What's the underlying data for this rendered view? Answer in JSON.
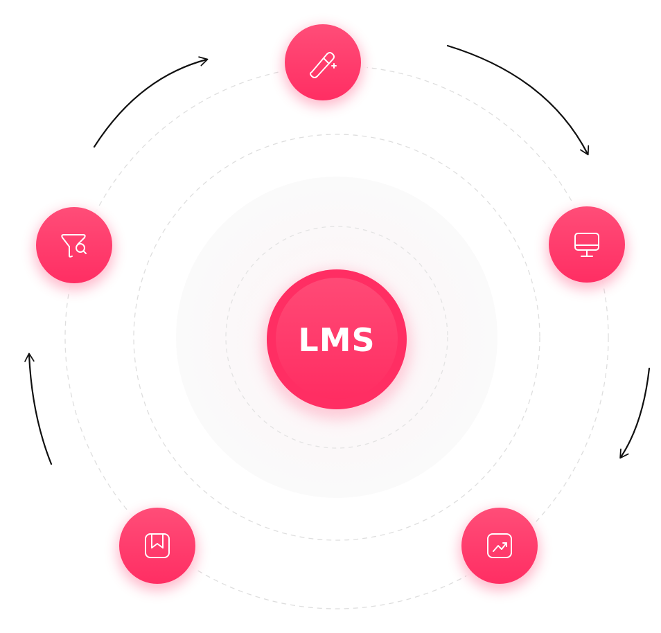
{
  "center": {
    "label": "LMS"
  },
  "nodes": [
    {
      "id": "create",
      "icon": "magic-pen-icon"
    },
    {
      "id": "deliver",
      "icon": "monitor-icon"
    },
    {
      "id": "analyze",
      "icon": "trend-up-icon"
    },
    {
      "id": "track",
      "icon": "bookmark-icon"
    },
    {
      "id": "evaluate",
      "icon": "filter-search-icon"
    }
  ],
  "colors": {
    "node": "#ff3469",
    "node_gradient_top": "#ff4f7b",
    "node_shadow": "#ffb7c9",
    "ring_stroke": "#dcdcdc",
    "arrow": "#111111",
    "center_glow": "#fde8ee"
  }
}
